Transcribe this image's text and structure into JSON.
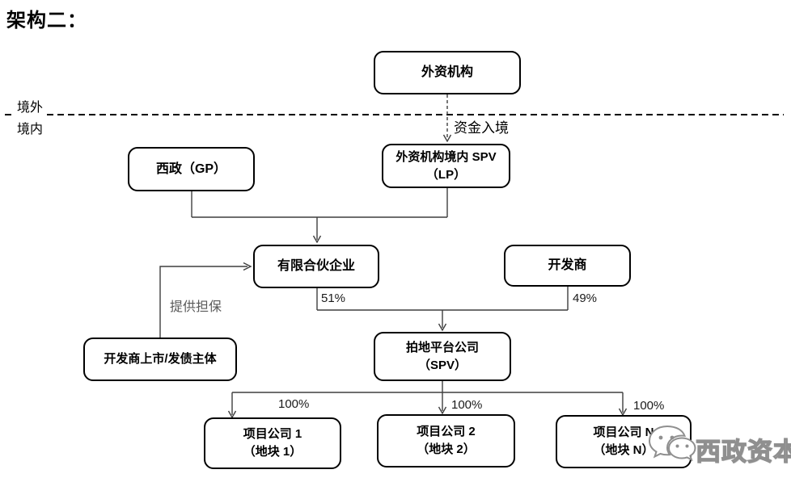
{
  "title": "架构二：",
  "labels": {
    "offshore": "境外",
    "onshore": "境内",
    "funds_inbound": "资金入境",
    "guarantee": "提供担保",
    "share_lp": "51%",
    "share_developer": "49%",
    "share_project1": "100%",
    "share_project2": "100%",
    "share_projectn": "100%"
  },
  "nodes": {
    "foreign_institution": {
      "label": "外资机构"
    },
    "xizheng_gp": {
      "label": "西政（GP）"
    },
    "foreign_spv_lp": {
      "line1": "外资机构境内 SPV",
      "line2": "（LP）"
    },
    "limited_partnership": {
      "label": "有限合伙企业"
    },
    "developer": {
      "label": "开发商"
    },
    "developer_guarantor": {
      "label": "开发商上市/发债主体"
    },
    "land_platform_spv": {
      "line1": "拍地平台公司",
      "line2": "（SPV）"
    },
    "project_company_1": {
      "line1": "项目公司 1",
      "line2": "（地块 1）"
    },
    "project_company_2": {
      "line1": "项目公司 2",
      "line2": "（地块 2）"
    },
    "project_company_n": {
      "line1": "项目公司 N",
      "line2": "（地块 N）"
    }
  },
  "watermark": {
    "text": "西政资本"
  },
  "colors": {
    "box_border": "#000000",
    "connector": "#3f3f3f",
    "separator": "#000000",
    "guarantee_label": "#595959",
    "watermark": "#8f8f8f"
  }
}
